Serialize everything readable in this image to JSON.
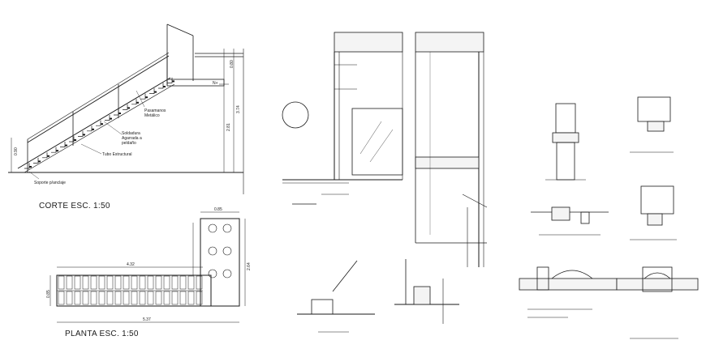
{
  "titles": {
    "section": "CORTE ESC. 1:50",
    "plan": "PLANTA ESC. 1:50"
  },
  "notes": {
    "handrail": "Pasamanos Metálico",
    "weld": "Soldadura Agarrada a peldaño",
    "tube": "Tubo Estructural",
    "anchor": "Soporte p/anclaje"
  },
  "dims": {
    "rail_h": "0.90",
    "landing": "0.80",
    "total_h": "3.74",
    "lower_h": "2.81",
    "plan_w": "4.32",
    "plan_total": "5.37",
    "plan_top": "0.85",
    "plan_side": "2.64",
    "plan_depth": "0.85",
    "nivel": "N+"
  },
  "colors": {
    "ink": "#1a1a1a",
    "fill": "#f4f4f4"
  }
}
